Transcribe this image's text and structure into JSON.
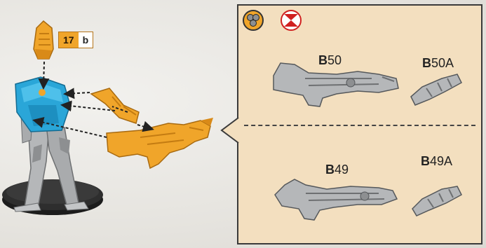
{
  "badge": {
    "number": "17",
    "letter": "b"
  },
  "parts": [
    {
      "prefix": "B",
      "num": "50"
    },
    {
      "prefix": "B",
      "num": "50A"
    },
    {
      "prefix": "B",
      "num": "49"
    },
    {
      "prefix": "B",
      "num": "49A"
    }
  ],
  "colors": {
    "panel_bg": "#f3dfbf",
    "highlight_orange": "#f0a52a",
    "highlight_blue": "#2aa6d8",
    "metal_grey": "#a9abad"
  },
  "icons": [
    "shield-icon",
    "no-resin-icon"
  ]
}
